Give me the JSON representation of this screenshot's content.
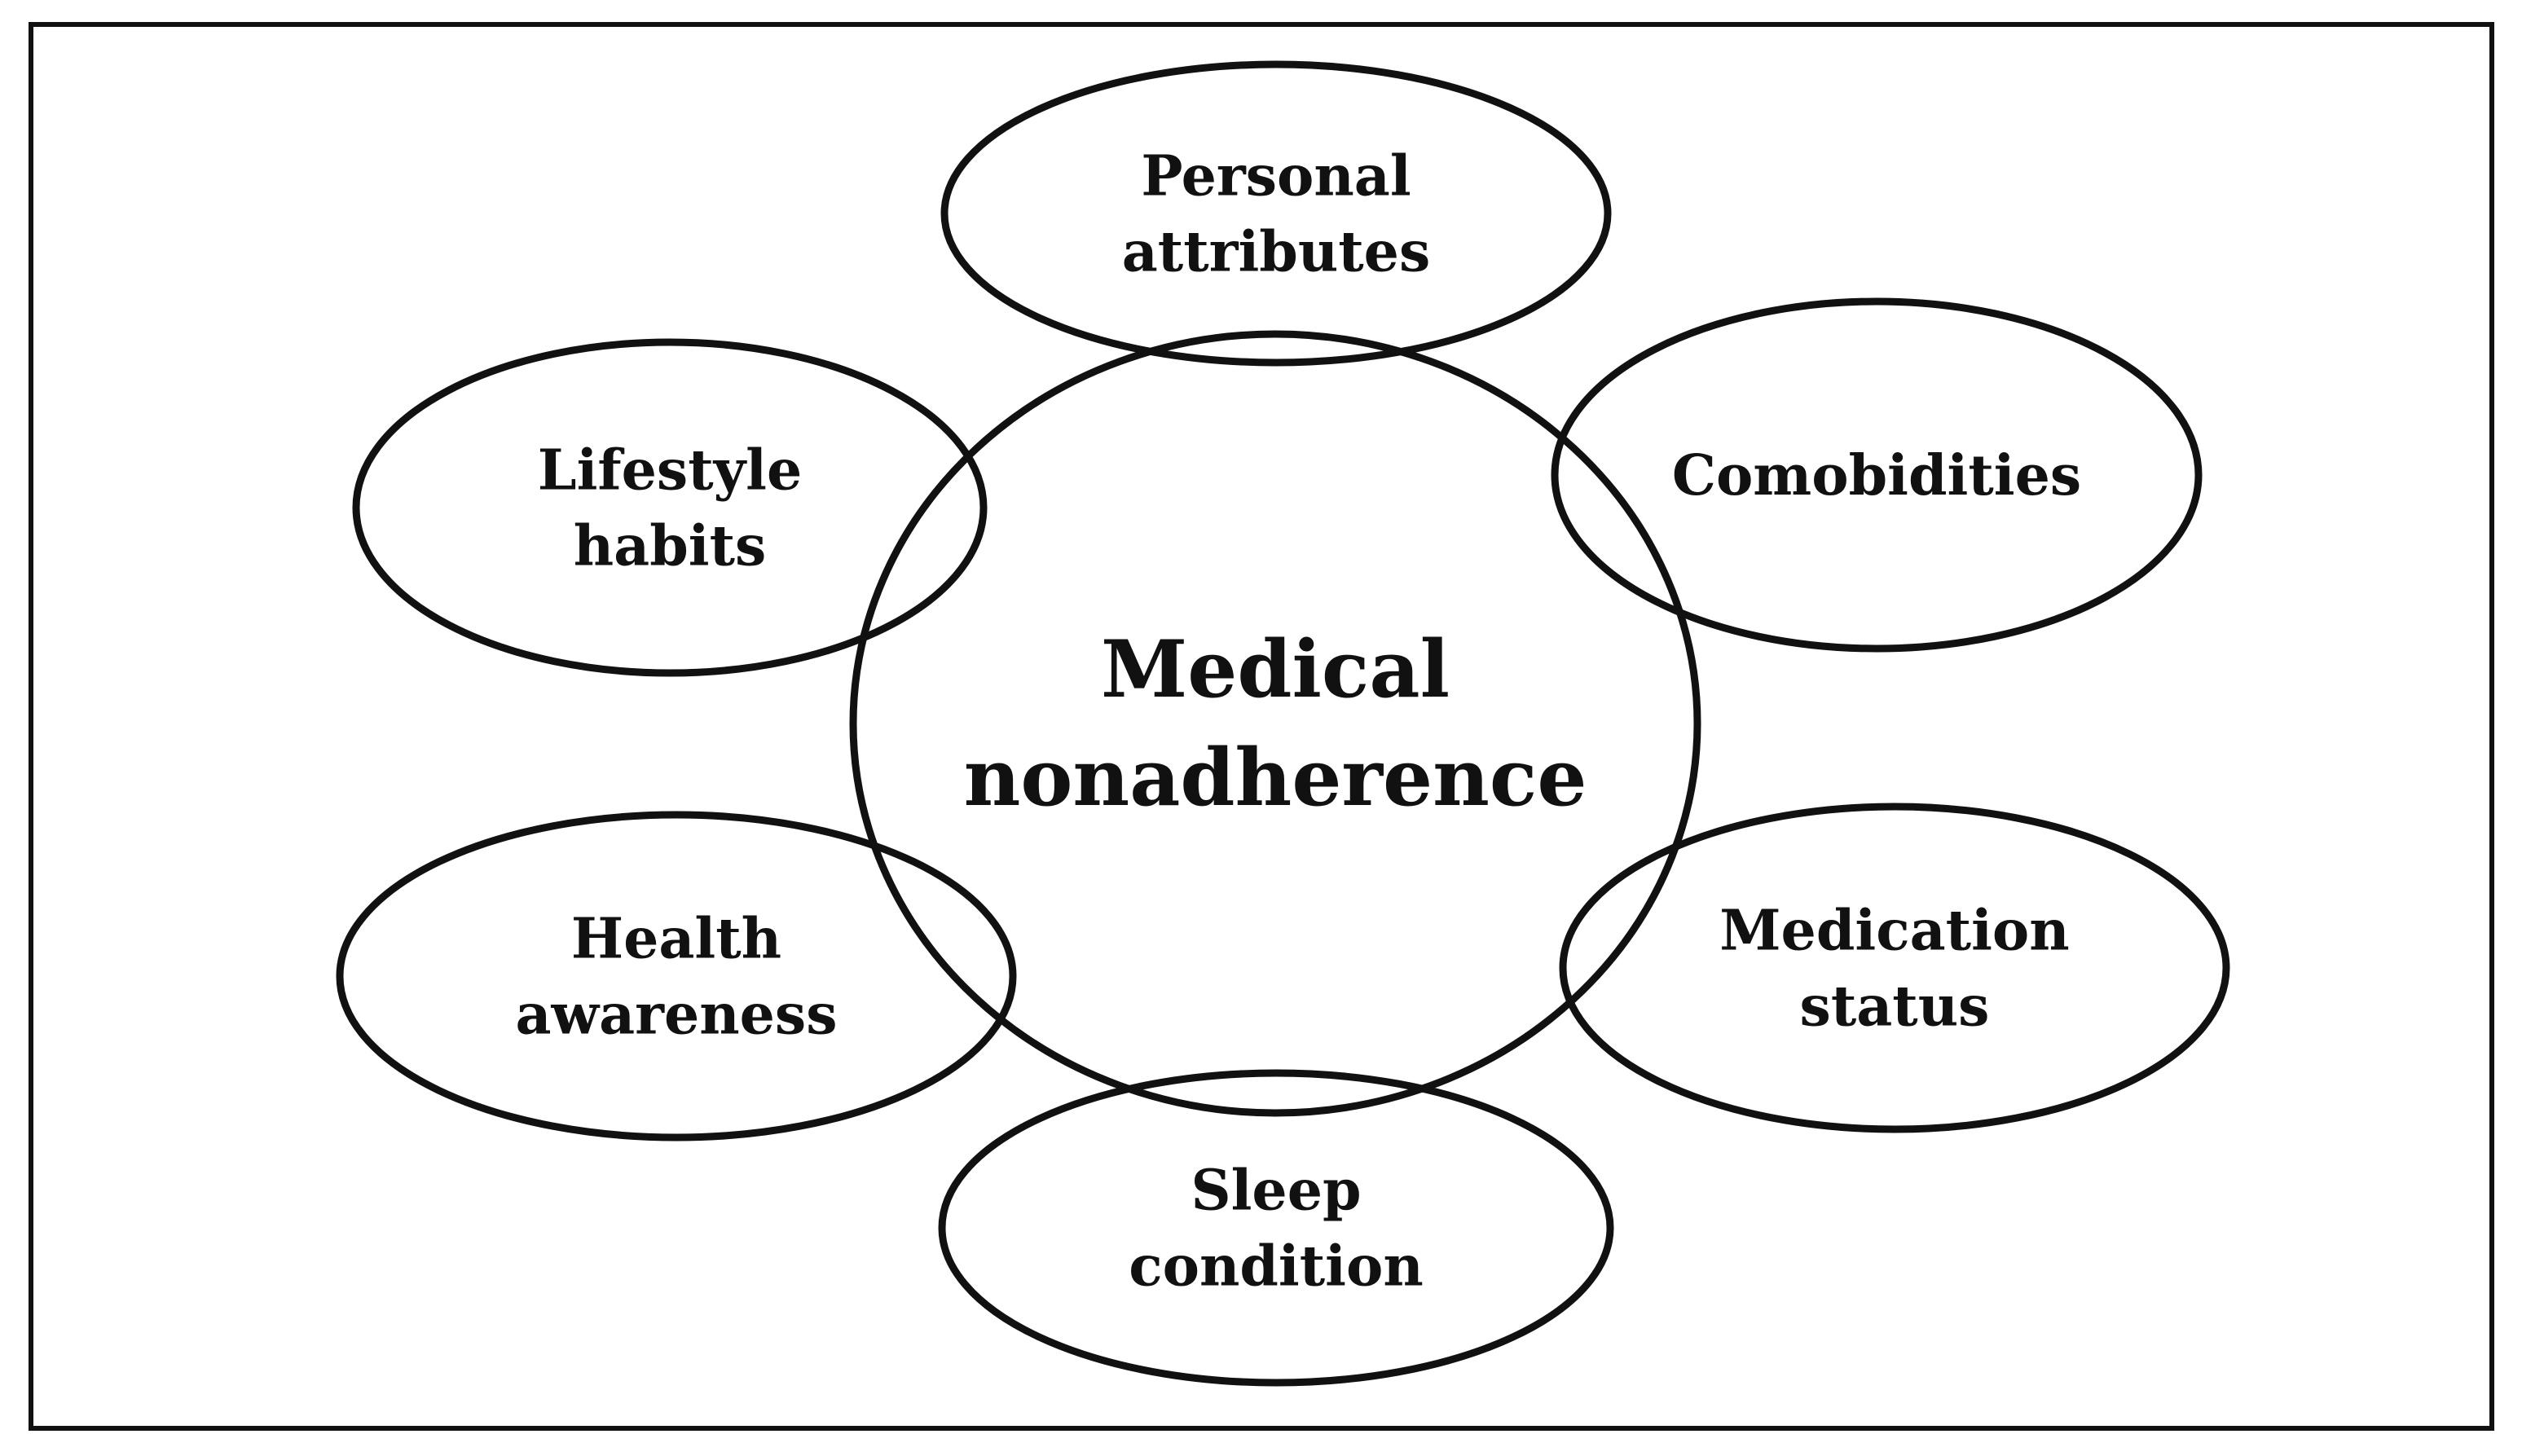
{
  "colors": {
    "stroke": "#111111",
    "background": "#ffffff"
  },
  "center": {
    "lines": [
      "Medical",
      "nonadherence"
    ]
  },
  "factors": [
    {
      "id": "personal-attributes",
      "lines": [
        "Personal",
        "attributes"
      ]
    },
    {
      "id": "comobidities",
      "lines": [
        "Comobidities"
      ]
    },
    {
      "id": "medication-status",
      "lines": [
        "Medication",
        "status"
      ]
    },
    {
      "id": "sleep-condition",
      "lines": [
        "Sleep",
        "condition"
      ]
    },
    {
      "id": "health-awareness",
      "lines": [
        "Health",
        "awareness"
      ]
    },
    {
      "id": "lifestyle-habits",
      "lines": [
        "Lifestyle",
        "habits"
      ]
    }
  ]
}
